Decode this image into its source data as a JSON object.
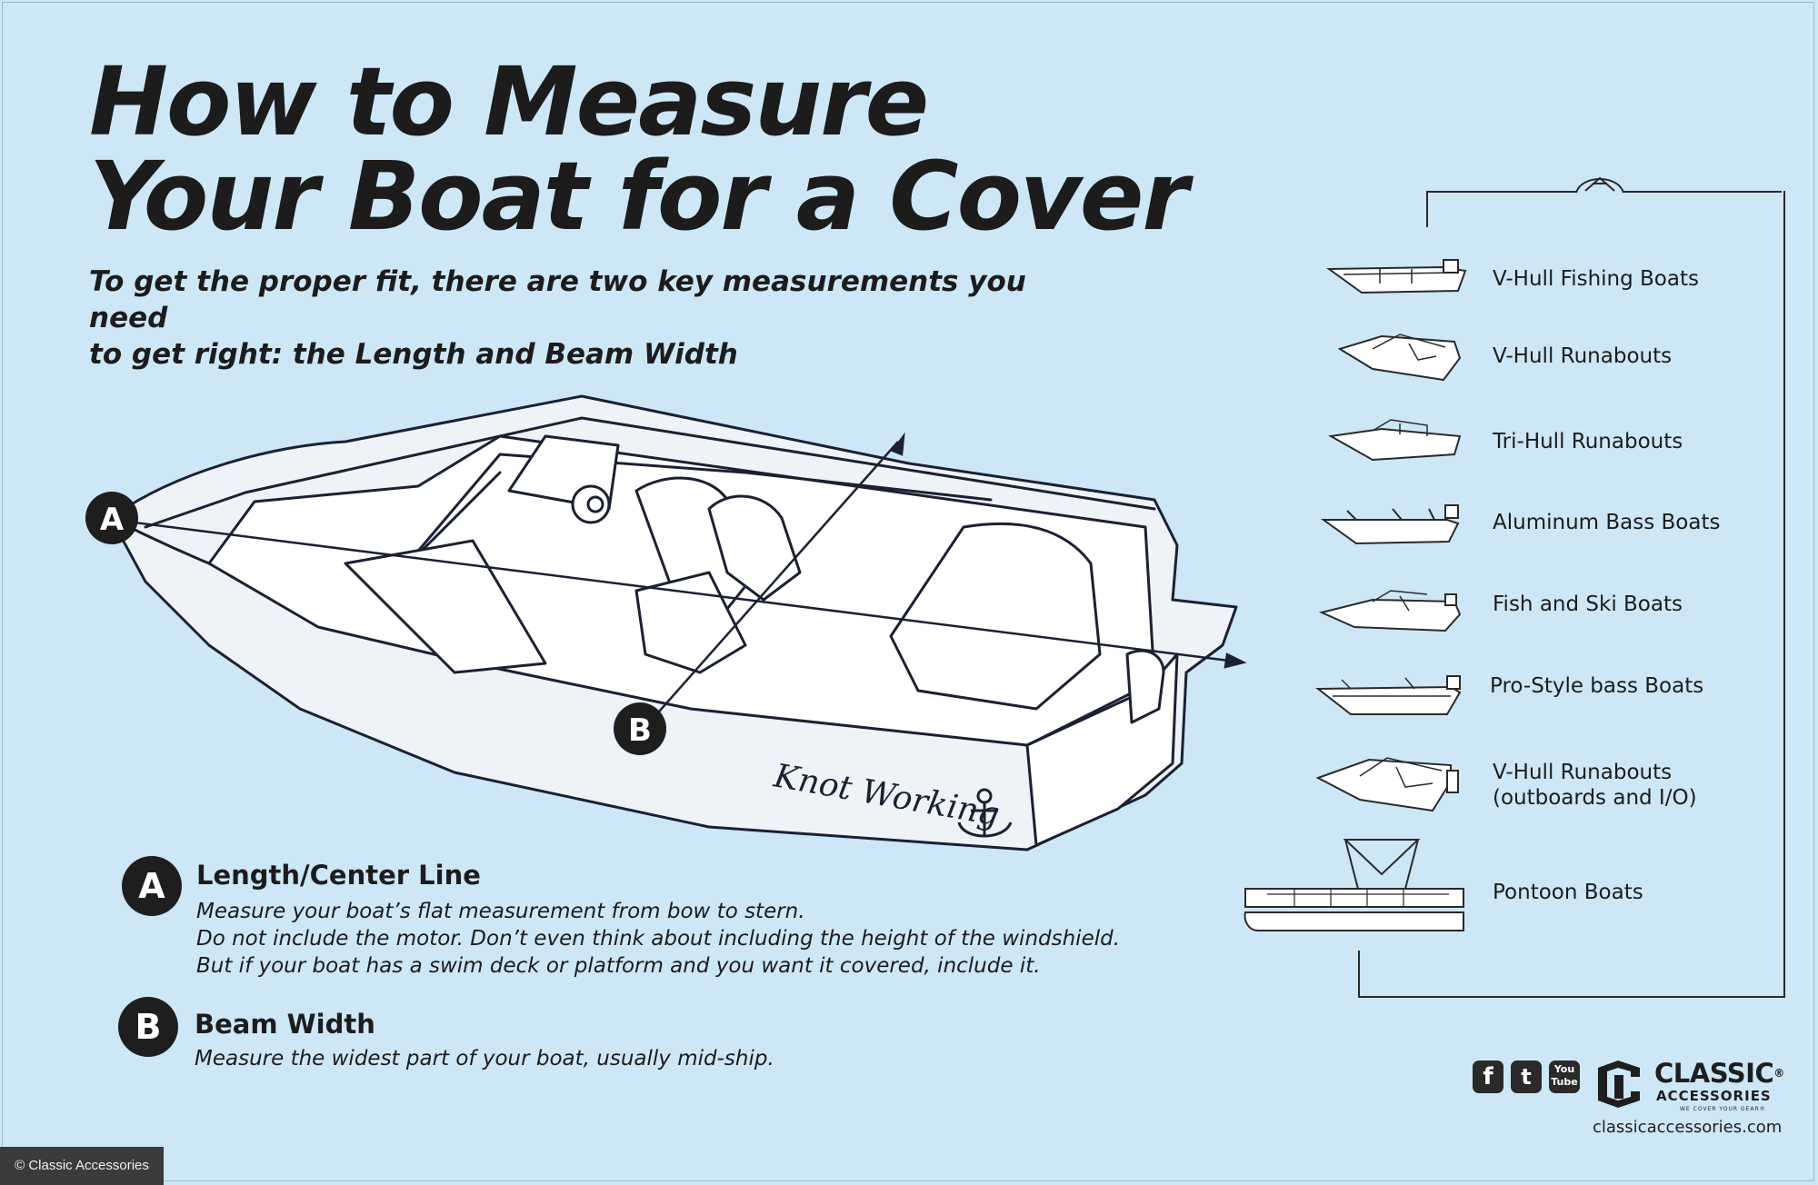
{
  "title": {
    "line1": "How to Measure",
    "line2": "Your Boat for a Cover"
  },
  "subtitle": {
    "line1": "To get the proper fit, there are two key measurements you need",
    "line2": "to get right: the Length and Beam Width"
  },
  "diagram": {
    "boat_name": "Knot Working",
    "point_a": "A",
    "point_b": "B"
  },
  "definitions": [
    {
      "badge": "A",
      "heading": "Length/Center Line",
      "lines": [
        "Measure your boat’s flat measurement from bow to stern.",
        "Do not include the motor. Don’t even think about including the height of the windshield.",
        "But if your boat has a swim deck or platform and you want it covered, include it."
      ]
    },
    {
      "badge": "B",
      "heading": "Beam Width",
      "lines": [
        "Measure the widest part of your boat, usually mid-ship."
      ]
    }
  ],
  "boat_types": [
    {
      "label": "V-Hull Fishing Boats",
      "icon": "v-hull-fishing-boat-icon"
    },
    {
      "label": "V-Hull Runabouts",
      "icon": "v-hull-runabout-icon"
    },
    {
      "label": "Tri-Hull Runabouts",
      "icon": "tri-hull-runabout-icon"
    },
    {
      "label": "Aluminum Bass Boats",
      "icon": "aluminum-bass-boat-icon"
    },
    {
      "label": "Fish and Ski Boats",
      "icon": "fish-and-ski-boat-icon"
    },
    {
      "label": "Pro-Style bass Boats",
      "icon": "pro-style-bass-boat-icon"
    },
    {
      "label": "V-Hull Runabouts",
      "label2": "(outboards and I/O)",
      "icon": "v-hull-runabout-outboard-icon"
    },
    {
      "label": "Pontoon Boats",
      "icon": "pontoon-boat-icon"
    }
  ],
  "social": {
    "facebook": "f",
    "twitter": "t",
    "youtube_top": "You",
    "youtube_bottom": "Tube"
  },
  "brand": {
    "name": "CLASSIC",
    "registered": "®",
    "sub": "ACCESSORIES",
    "tagline": "WE COVER YOUR GEAR®",
    "website": "classicaccessories.com"
  },
  "copyright": "© Classic Accessories",
  "colors": {
    "background": "#cde7f6",
    "ink": "#1c1c1c",
    "boat_fill": "#eef3f7",
    "badge": "#1e1e1e"
  }
}
